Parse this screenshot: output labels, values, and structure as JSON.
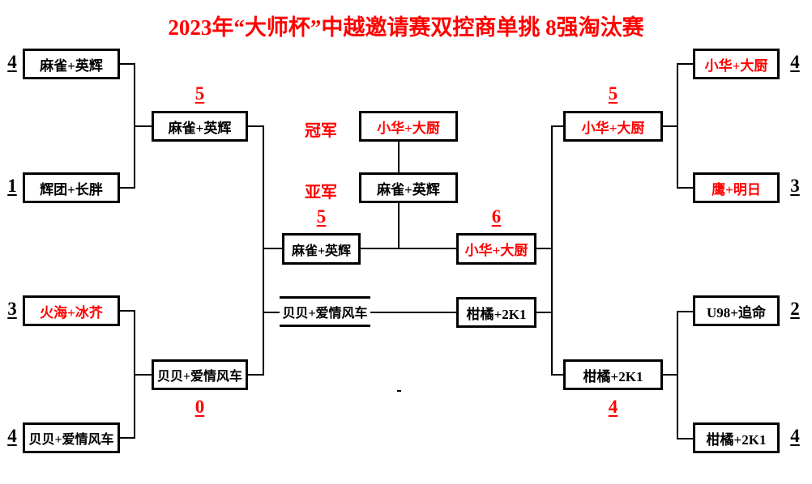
{
  "colors": {
    "red": "#FF0000",
    "black": "#000000"
  },
  "title": {
    "text": "2023年“大师杯”中越邀请赛双控商单挑 8强淘汰赛"
  },
  "labels": {
    "champion": "冠军",
    "runner_up": "亚军"
  },
  "results": {
    "champion": {
      "team": "小华+大厨",
      "color": "#FF0000"
    },
    "runner_up": {
      "team": "麻雀+英辉",
      "color": "#000000"
    }
  },
  "left": {
    "quarterfinals": [
      {
        "team": "麻雀+英辉",
        "color": "#000000",
        "score": "4"
      },
      {
        "team": "辉团+长胖",
        "color": "#000000",
        "score": "1"
      },
      {
        "team": "火海+冰芥",
        "color": "#FF0000",
        "score": "3"
      },
      {
        "team": "贝贝+爱情风车",
        "color": "#000000",
        "score": "4"
      }
    ],
    "semifinalists": [
      {
        "team": "麻雀+英辉",
        "color": "#000000",
        "score": "5"
      },
      {
        "team": "贝贝+爱情风车",
        "color": "#000000",
        "score": "0"
      }
    ],
    "finalist": {
      "team": "麻雀+英辉",
      "color": "#000000",
      "score": "5"
    },
    "third_place": {
      "team": "贝贝+爱情风车",
      "color": "#000000"
    }
  },
  "right": {
    "quarterfinals": [
      {
        "team": "小华+大厨",
        "color": "#FF0000",
        "score": "4"
      },
      {
        "team": "鹰+明日",
        "color": "#FF0000",
        "score": "3"
      },
      {
        "team": "U98+追命",
        "color": "#000000",
        "score": "2"
      },
      {
        "team": "柑橘+2K1",
        "color": "#000000",
        "score": "4"
      }
    ],
    "semifinalists": [
      {
        "team": "小华+大厨",
        "color": "#FF0000",
        "score": "5"
      },
      {
        "team": "柑橘+2K1",
        "color": "#000000",
        "score": "4"
      }
    ],
    "finalist": {
      "team": "小华+大厨",
      "color": "#FF0000",
      "score": "6"
    },
    "third_place": {
      "team": "柑橘+2K1",
      "color": "#000000"
    }
  }
}
